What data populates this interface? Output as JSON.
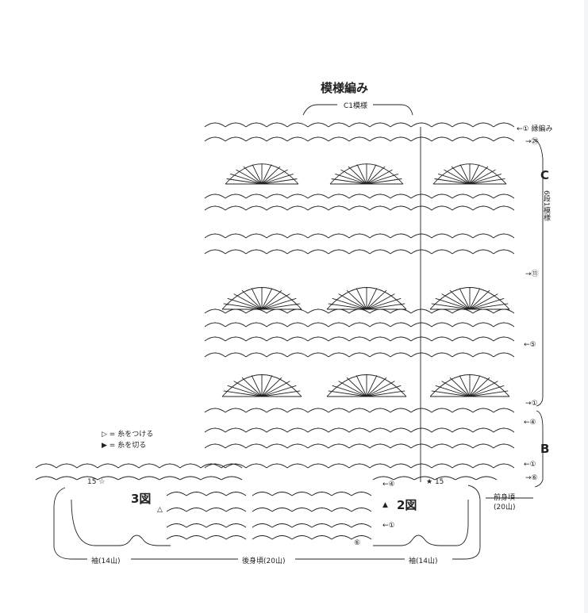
{
  "title": "模様編み",
  "labels": {
    "c1_motif": "C1模様",
    "edge": "←① 縁編み",
    "row_24": "→㉔",
    "section_c": "C",
    "c_repeat": "6段1模様",
    "row_11": "→⑪",
    "row_5": "←⑤",
    "row_1_c": "→①",
    "row_4_b": "←④",
    "section_b": "B",
    "row_1_b": "←①",
    "row_6": "→⑥",
    "legend_attach": "= 糸をつける",
    "legend_cut": "= 糸を切る",
    "num_15_left": "15",
    "fig_3": "3図",
    "fig_2": "2図",
    "num_15_right": "15",
    "row_4_center": "←④",
    "row_1_center": "←①",
    "row_6_center": "⑥",
    "front_body": "前身頃",
    "front_count": "(20山)",
    "sleeve_left": "袖(14山)",
    "back_body": "後身頃(20山)",
    "sleeve_right": "袖(14山)"
  },
  "colors": {
    "stroke": "#222222",
    "text": "#222222",
    "strip": "#f3f5f8"
  }
}
